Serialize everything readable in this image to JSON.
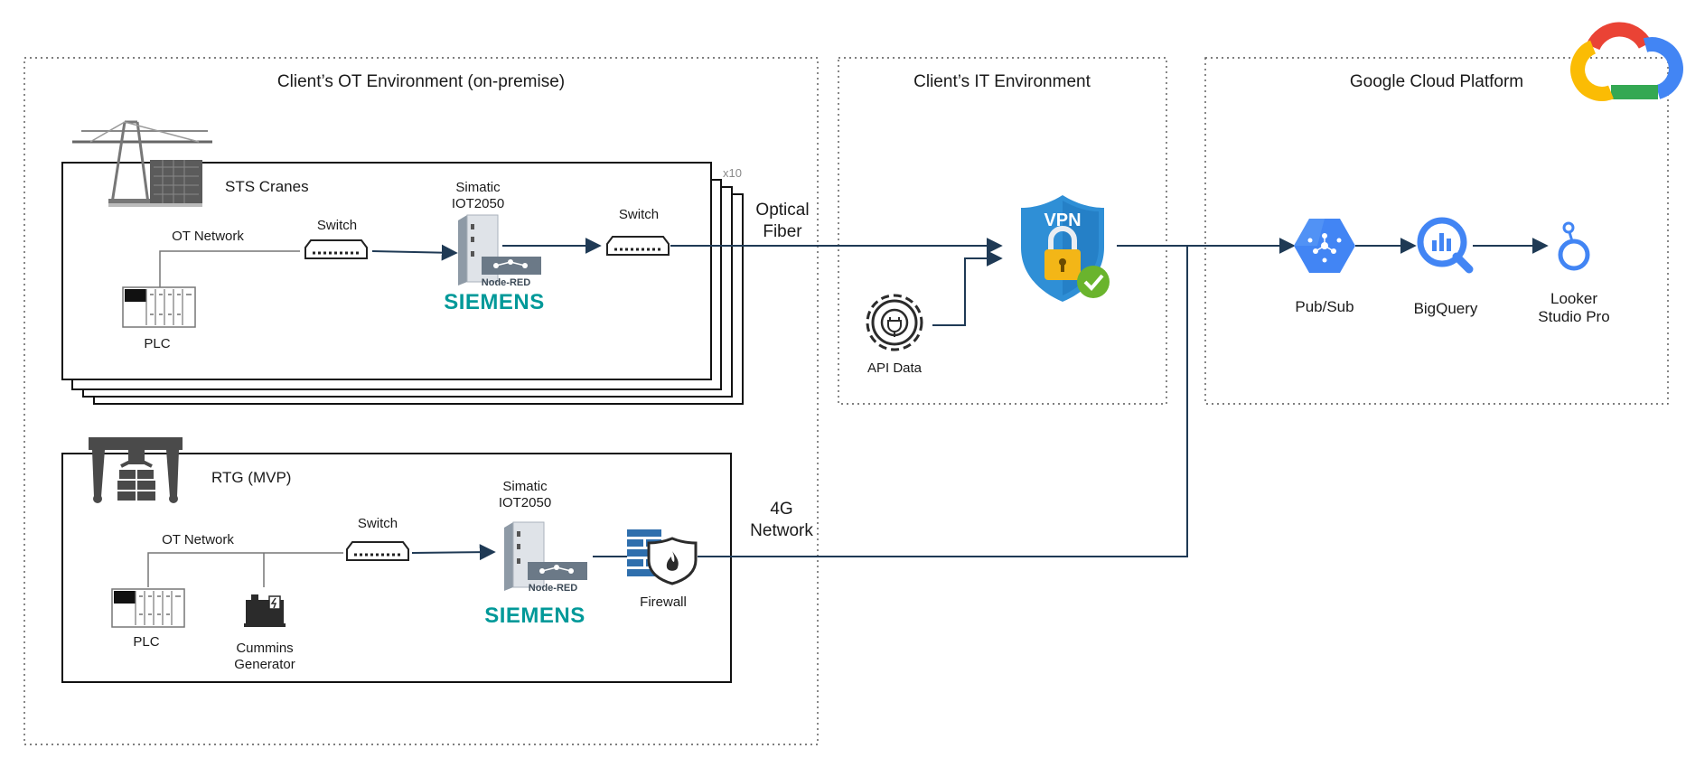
{
  "zones": {
    "ot": {
      "title": "Client’s OT Environment (on-premise)"
    },
    "it": {
      "title": "Client’s IT Environment"
    },
    "gcp": {
      "title": "Google Cloud Platform"
    }
  },
  "sts": {
    "title": "STS Cranes",
    "multiplier": "x10",
    "ot_network": "OT Network",
    "switch1": "Switch",
    "gateway_line1": "Simatic",
    "gateway_line2": "IOT2050",
    "node_red": "Node-RED",
    "siemens": "SIEMENS",
    "switch2": "Switch",
    "plc": "PLC"
  },
  "rtg": {
    "title": "RTG (MVP)",
    "ot_network": "OT Network",
    "switch": "Switch",
    "gateway_line1": "Simatic",
    "gateway_line2": "IOT2050",
    "node_red": "Node-RED",
    "siemens": "SIEMENS",
    "firewall": "Firewall",
    "plc": "PLC",
    "generator_line1": "Cummins",
    "generator_line2": "Generator"
  },
  "links": {
    "optical_line1": "Optical",
    "optical_line2": "Fiber",
    "cell_line1": "4G",
    "cell_line2": "Network"
  },
  "it": {
    "vpn": "VPN",
    "api_data": "API Data"
  },
  "gcp": {
    "pubsub": "Pub/Sub",
    "bigquery": "BigQuery",
    "looker_line1": "Looker",
    "looker_line2": "Studio Pro"
  },
  "colors": {
    "connector": "#1f3a55",
    "siemens": "#009999",
    "vpn_shield": "#2f8fd6",
    "check": "#6ab42d",
    "gcp_blue": "#4285f4",
    "gcp_red": "#ea4335",
    "gcp_yellow": "#fbbc04",
    "gcp_green": "#34a853",
    "firewall": "#2f6fad"
  },
  "icons": {
    "crane": "sts-crane-icon",
    "rtg": "rtg-crane-icon",
    "plc": "plc-icon",
    "switch": "network-switch-icon",
    "gateway": "iot-gateway-icon",
    "vpn": "vpn-shield-icon",
    "api": "api-gear-icon",
    "firewall": "firewall-icon",
    "generator": "generator-icon",
    "pubsub": "pubsub-icon",
    "bigquery": "bigquery-icon",
    "looker": "looker-icon",
    "cloud": "google-cloud-logo"
  }
}
